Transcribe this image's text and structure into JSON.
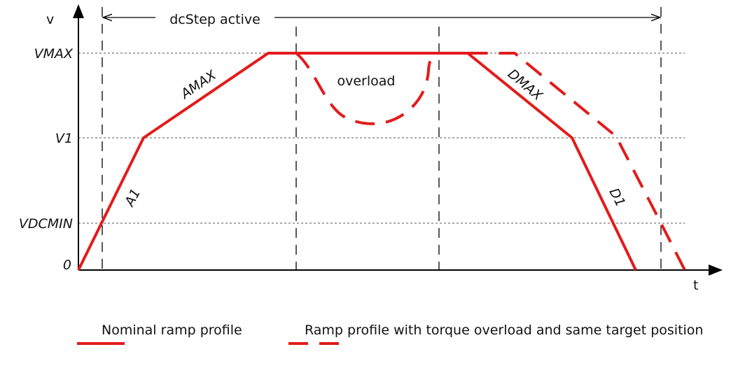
{
  "axes": {
    "y_label": "v",
    "x_label": "t",
    "levels": [
      {
        "id": "vmax",
        "label": "VMAX"
      },
      {
        "id": "v1",
        "label": "V1"
      },
      {
        "id": "vdcmin",
        "label": "VDCMIN"
      },
      {
        "id": "zero",
        "label": "0"
      }
    ]
  },
  "annotations": {
    "dcstep": "dcStep active",
    "overload": "overload",
    "amax": "AMAX",
    "a1": "A1",
    "dmax": "DMAX",
    "d1": "D1"
  },
  "legend": {
    "nominal": "Nominal ramp profile",
    "overload": "Ramp profile with torque overload and same target position"
  },
  "colors": {
    "profile": "#e31b1b",
    "axis": "#000000",
    "guide": "#555555"
  }
}
